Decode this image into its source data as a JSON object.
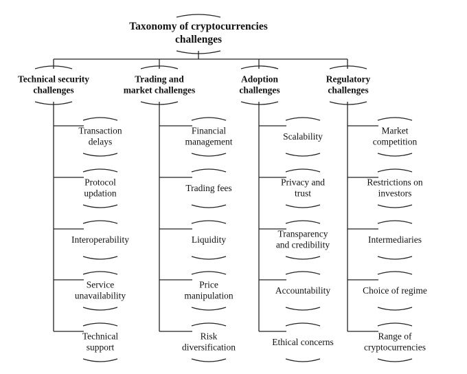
{
  "title": [
    "Taxonomy of cryptocurrencies",
    "challenges"
  ],
  "categories": [
    {
      "label": [
        "Technical security",
        "challenges"
      ],
      "items": [
        [
          "Transaction",
          "delays"
        ],
        [
          "Protocol",
          "updation"
        ],
        [
          "Interoperability"
        ],
        [
          "Service",
          "unavailability"
        ],
        [
          "Technical",
          "support"
        ]
      ]
    },
    {
      "label": [
        "Trading and",
        "market challenges"
      ],
      "items": [
        [
          "Financial",
          "management"
        ],
        [
          "Trading fees"
        ],
        [
          "Liquidity"
        ],
        [
          "Price",
          "manipulation"
        ],
        [
          "Risk",
          "diversification"
        ]
      ]
    },
    {
      "label": [
        "Adoption",
        "challenges"
      ],
      "items": [
        [
          "Scalability"
        ],
        [
          "Privacy and",
          "trust"
        ],
        [
          "Transparency",
          "and credibility"
        ],
        [
          "Accountability"
        ],
        [
          "Ethical concerns"
        ]
      ]
    },
    {
      "label": [
        "Regulatory",
        "challenges"
      ],
      "items": [
        [
          "Market",
          "competition"
        ],
        [
          "Restrictions on",
          "investors"
        ],
        [
          "Intermediaries"
        ],
        [
          "Choice of regime"
        ],
        [
          "Range of",
          "cryptocurrencies"
        ]
      ]
    }
  ]
}
